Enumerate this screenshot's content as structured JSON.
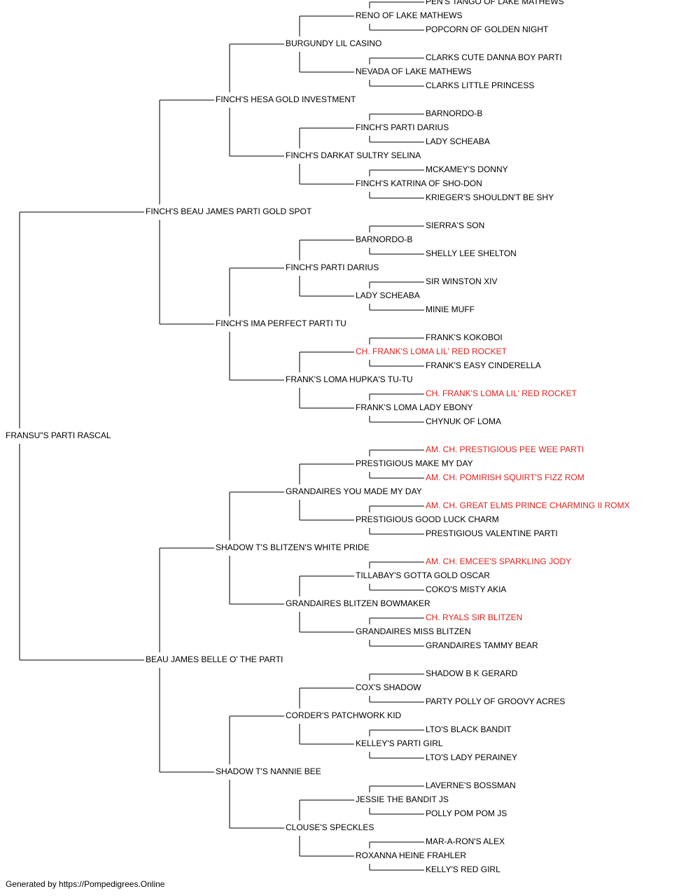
{
  "colors": {
    "normal": "#000000",
    "champion": "#e0201c",
    "line": "#333333"
  },
  "pedigree": {
    "name": "FRANSU\"S PARTI RASCAL",
    "sire": {
      "name": "FINCH'S BEAU JAMES PARTI GOLD SPOT",
      "sire": {
        "name": "FINCH'S HESA GOLD INVESTMENT",
        "sire": {
          "name": "BURGUNDY LIL CASINO",
          "sire": {
            "name": "RENO OF LAKE MATHEWS",
            "sire": {
              "name": "PEN'S TANGO OF LAKE MATHEWS"
            },
            "dam": {
              "name": "POPCORN OF GOLDEN NIGHT"
            }
          },
          "dam": {
            "name": "NEVADA OF LAKE MATHEWS",
            "sire": {
              "name": "CLARKS CUTE DANNA BOY PARTI"
            },
            "dam": {
              "name": "CLARKS LITTLE PRINCESS"
            }
          }
        },
        "dam": {
          "name": "FINCH'S DARKAT SULTRY SELINA",
          "sire": {
            "name": "FINCH'S PARTI DARIUS",
            "sire": {
              "name": "BARNORDO-B"
            },
            "dam": {
              "name": "LADY SCHEABA"
            }
          },
          "dam": {
            "name": "FINCH'S KATRINA OF SHO-DON",
            "sire": {
              "name": "MCKAMEY'S DONNY"
            },
            "dam": {
              "name": "KRIEGER'S SHOULDN'T BE SHY"
            }
          }
        }
      },
      "dam": {
        "name": "FINCH'S IMA PERFECT PARTI TU",
        "sire": {
          "name": "FINCH'S PARTI DARIUS",
          "sire": {
            "name": "BARNORDO-B",
            "sire": {
              "name": "SIERRA'S SON"
            },
            "dam": {
              "name": "SHELLY LEE SHELTON"
            }
          },
          "dam": {
            "name": "LADY SCHEABA",
            "sire": {
              "name": "SIR WINSTON XIV"
            },
            "dam": {
              "name": "MINIE MUFF"
            }
          }
        },
        "dam": {
          "name": "FRANK'S LOMA HUPKA'S TU-TU",
          "sire": {
            "name": "CH. FRANK'S LOMA LIL' RED ROCKET",
            "champion": true,
            "sire": {
              "name": "FRANK'S KOKOBOI"
            },
            "dam": {
              "name": "FRANK'S EASY CINDERELLA"
            }
          },
          "dam": {
            "name": "FRANK'S LOMA LADY EBONY",
            "sire": {
              "name": "CH. FRANK'S LOMA LIL' RED ROCKET",
              "champion": true
            },
            "dam": {
              "name": "CHYNUK OF LOMA"
            }
          }
        }
      }
    },
    "dam": {
      "name": "BEAU JAMES BELLE O' THE PARTI",
      "sire": {
        "name": "SHADOW T'S BLITZEN'S WHITE PRIDE",
        "sire": {
          "name": "GRANDAIRES YOU MADE MY DAY",
          "sire": {
            "name": "PRESTIGIOUS MAKE MY DAY",
            "sire": {
              "name": "AM. CH. PRESTIGIOUS PEE WEE PARTI",
              "champion": true
            },
            "dam": {
              "name": "AM. CH. POMIRISH SQUIRT'S FIZZ ROM",
              "champion": true
            }
          },
          "dam": {
            "name": "PRESTIGIOUS GOOD LUCK CHARM",
            "sire": {
              "name": "AM. CH. GREAT ELMS PRINCE CHARMING II ROMX",
              "champion": true
            },
            "dam": {
              "name": "PRESTIGIOUS VALENTINE PARTI"
            }
          }
        },
        "dam": {
          "name": "GRANDAIRES BLITZEN BOWMAKER",
          "sire": {
            "name": "TILLABAY'S GOTTA GOLD OSCAR",
            "sire": {
              "name": "AM. CH. EMCEE'S SPARKLING JODY",
              "champion": true
            },
            "dam": {
              "name": "COKO'S MISTY AKIA"
            }
          },
          "dam": {
            "name": "GRANDAIRES MISS BLITZEN",
            "sire": {
              "name": "CH. RYALS SIR BLITZEN",
              "champion": true
            },
            "dam": {
              "name": "GRANDAIRES TAMMY BEAR"
            }
          }
        }
      },
      "dam": {
        "name": "SHADOW T'S NANNIE BEE",
        "sire": {
          "name": "CORDER'S PATCHWORK KID",
          "sire": {
            "name": "COX'S SHADOW",
            "sire": {
              "name": "SHADOW B K GERARD"
            },
            "dam": {
              "name": "PARTY POLLY OF GROOVY ACRES"
            }
          },
          "dam": {
            "name": "KELLEY'S PARTI GIRL",
            "sire": {
              "name": "LTO'S BLACK BANDIT"
            },
            "dam": {
              "name": "LTO'S LADY PERAINEY"
            }
          }
        },
        "dam": {
          "name": "CLOUSE'S SPECKLES",
          "sire": {
            "name": "JESSIE THE BANDIT JS",
            "sire": {
              "name": "LAVERNE'S BOSSMAN"
            },
            "dam": {
              "name": "POLLY POM POM JS"
            }
          },
          "dam": {
            "name": "ROXANNA HEINE FRAHLER",
            "sire": {
              "name": "MAR-A-RON'S ALEX"
            },
            "dam": {
              "name": "KELLY'S RED GIRL"
            }
          }
        }
      }
    }
  },
  "footer": {
    "text": "Generated by https://Pompedigrees.Online"
  }
}
